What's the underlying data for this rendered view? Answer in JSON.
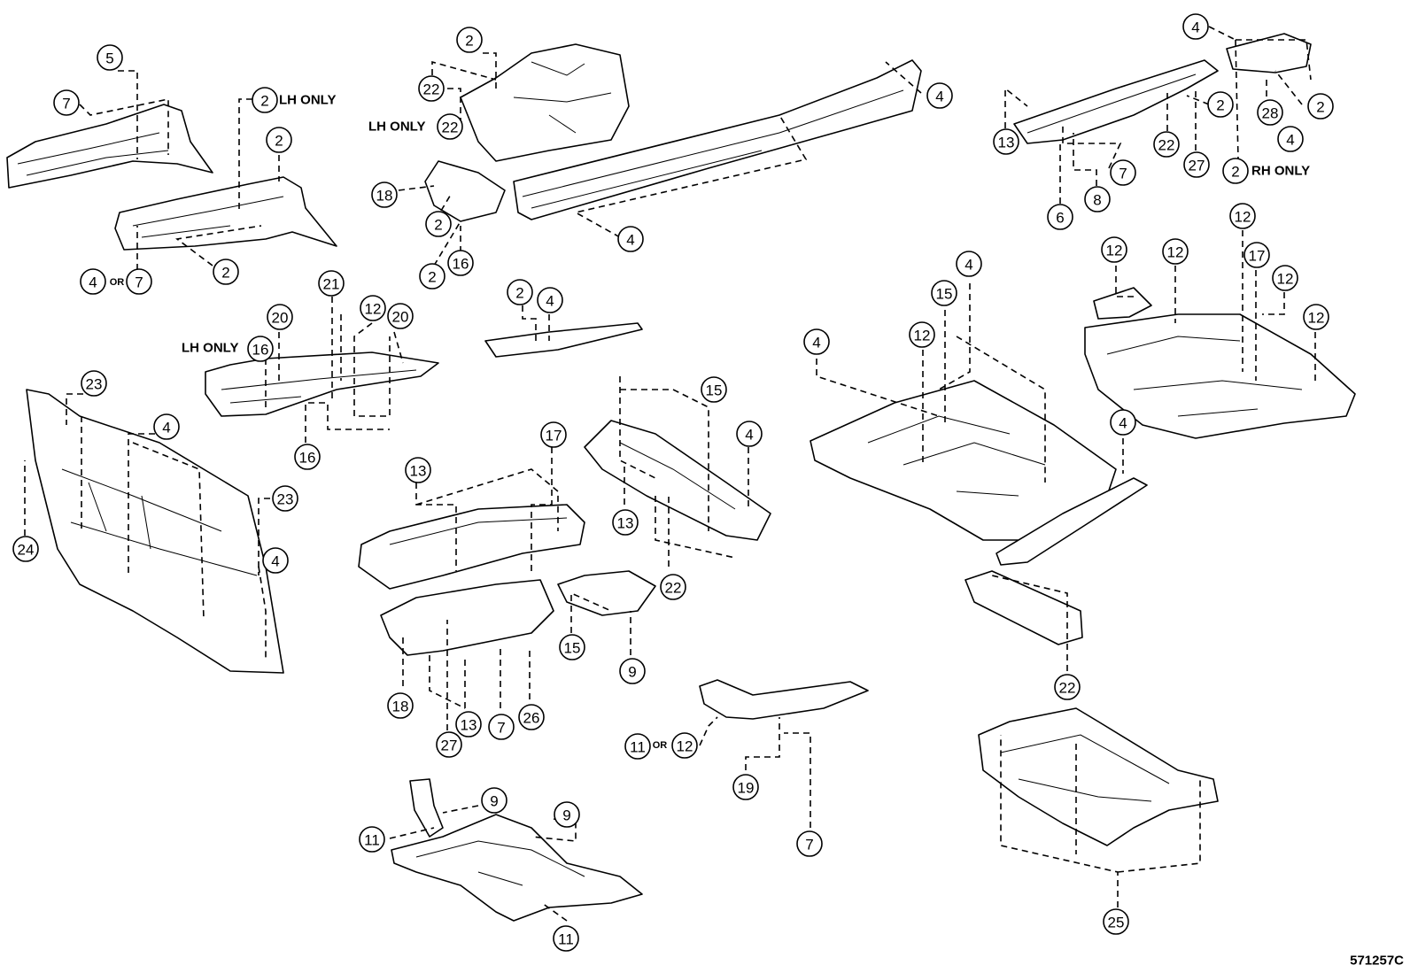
{
  "diagram_code": "571257C",
  "notes": {
    "lh_only": "LH ONLY",
    "rh_only": "RH ONLY",
    "or": "OR"
  },
  "callouts": {
    "c01": "5",
    "c02": "7",
    "c03": "2",
    "c04": "2",
    "c05": "4",
    "c06": "7",
    "c07": "2",
    "c08": "2",
    "c09": "22",
    "c10": "22",
    "c11": "18",
    "c12": "2",
    "c13": "2",
    "c14": "16",
    "c15": "4",
    "c16": "4",
    "c17": "4",
    "c18": "2",
    "c19": "28",
    "c20": "4",
    "c21": "13",
    "c22": "2",
    "c23": "22",
    "c24": "27",
    "c25": "7",
    "c26": "8",
    "c27": "6",
    "c28": "2",
    "c29": "20",
    "c30": "16",
    "c31": "21",
    "c32": "12",
    "c33": "20",
    "c34": "16",
    "c35": "2",
    "c36": "4",
    "c37": "23",
    "c38": "4",
    "c39": "24",
    "c40": "23",
    "c41": "4",
    "c42": "13",
    "c43": "17",
    "c44": "18",
    "c45": "27",
    "c46": "13",
    "c47": "7",
    "c48": "26",
    "c49": "15",
    "c50": "4",
    "c51": "13",
    "c52": "22",
    "c53": "15",
    "c54": "9",
    "c55": "4",
    "c56": "15",
    "c57": "4",
    "c58": "12",
    "c59": "4",
    "c60": "12",
    "c61": "12",
    "c62": "12",
    "c63": "17",
    "c64": "12",
    "c65": "12",
    "c66": "22",
    "c67": "25",
    "c68": "11",
    "c69": "12",
    "c70": "19",
    "c71": "7",
    "c72": "9",
    "c73": "9",
    "c74": "11",
    "c75": "11"
  }
}
